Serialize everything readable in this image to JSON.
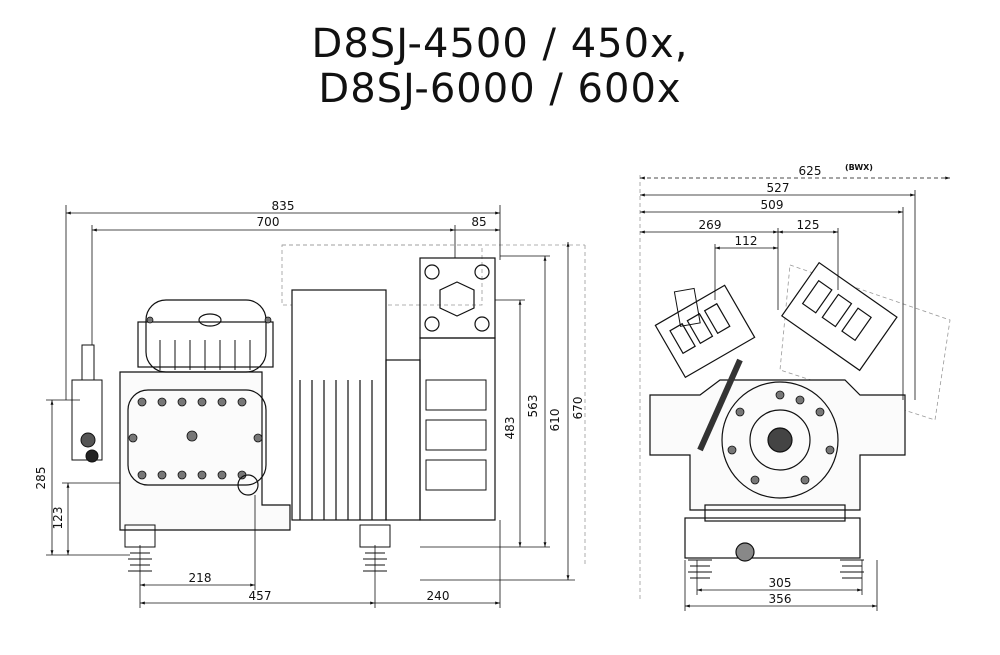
{
  "title": {
    "line1": "D8SJ-4500 / 450x,",
    "line2": "D8SJ-6000 / 600x"
  },
  "side_view": {
    "dims": {
      "overall_length": "835",
      "length_700": "700",
      "offset_85": "85",
      "height_670": "670",
      "height_610": "610",
      "height_563": "563",
      "height_483": "483",
      "height_285": "285",
      "height_123": "123",
      "base_218": "218",
      "base_457": "457",
      "base_240": "240"
    }
  },
  "front_view": {
    "dims": {
      "width_625": "625",
      "bwx_note": "(BWX)",
      "width_527": "527",
      "width_509": "509",
      "width_269": "269",
      "width_125": "125",
      "width_112": "112",
      "base_305": "305",
      "base_356": "356"
    }
  }
}
